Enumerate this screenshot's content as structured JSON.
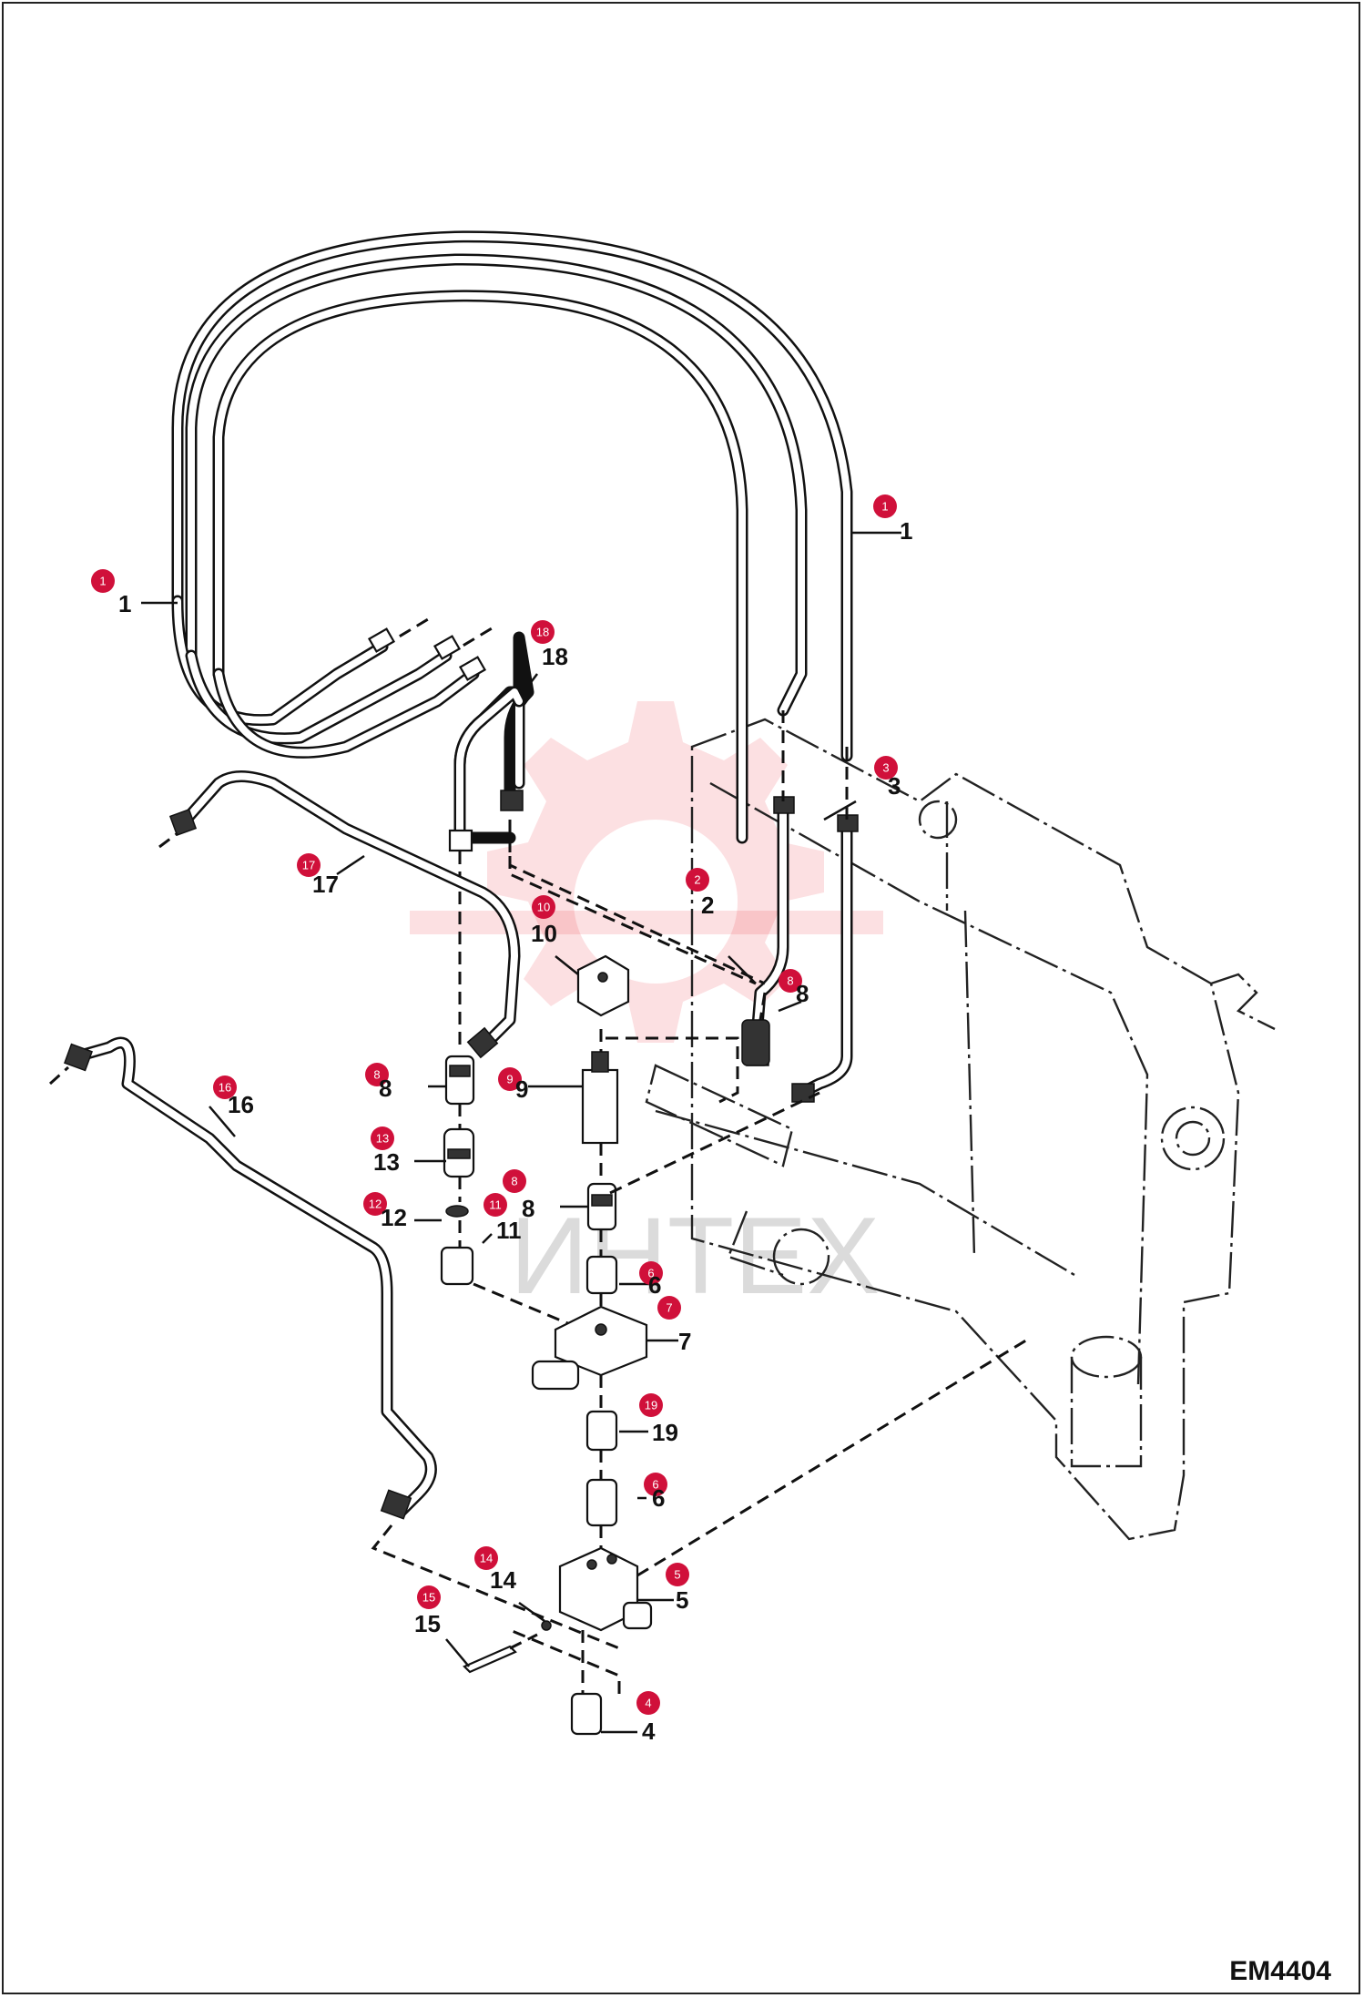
{
  "document": {
    "code": "EM4404",
    "watermark": "ИНТЕХ"
  },
  "callouts": [
    {
      "id": "c1a",
      "num": "1",
      "label": "1"
    },
    {
      "id": "c1b",
      "num": "1",
      "label": "1"
    },
    {
      "id": "c2",
      "num": "2",
      "label": "2"
    },
    {
      "id": "c3",
      "num": "3",
      "label": "3"
    },
    {
      "id": "c4",
      "num": "4",
      "label": "4"
    },
    {
      "id": "c5",
      "num": "5",
      "label": "5"
    },
    {
      "id": "c6a",
      "num": "6",
      "label": "6"
    },
    {
      "id": "c6b",
      "num": "6",
      "label": "6"
    },
    {
      "id": "c7",
      "num": "7",
      "label": "7"
    },
    {
      "id": "c8a",
      "num": "8",
      "label": "8"
    },
    {
      "id": "c8b",
      "num": "8",
      "label": "8"
    },
    {
      "id": "c8c",
      "num": "8",
      "label": "8"
    },
    {
      "id": "c9",
      "num": "9",
      "label": "9"
    },
    {
      "id": "c10",
      "num": "10",
      "label": "10"
    },
    {
      "id": "c11",
      "num": "11",
      "label": "11"
    },
    {
      "id": "c12",
      "num": "12",
      "label": "12"
    },
    {
      "id": "c13",
      "num": "13",
      "label": "13"
    },
    {
      "id": "c14",
      "num": "14",
      "label": "14"
    },
    {
      "id": "c15",
      "num": "15",
      "label": "15"
    },
    {
      "id": "c16",
      "num": "16",
      "label": "16"
    },
    {
      "id": "c17",
      "num": "17",
      "label": "17"
    },
    {
      "id": "c18",
      "num": "18",
      "label": "18"
    },
    {
      "id": "c19",
      "num": "19",
      "label": "19"
    }
  ],
  "colors": {
    "callout": "#d0103a",
    "line": "#111111",
    "watermark": "#e8121f"
  }
}
